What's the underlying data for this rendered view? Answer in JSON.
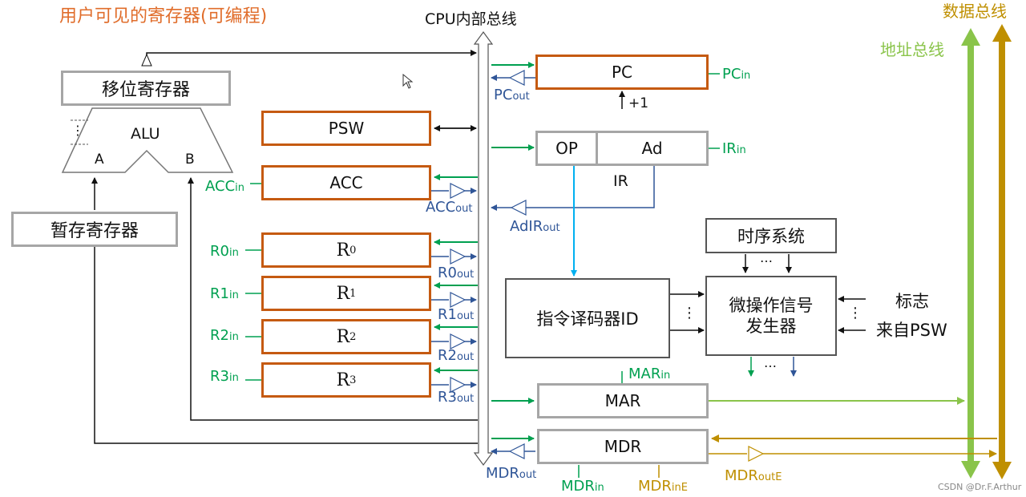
{
  "title": "用户可见的寄存器(可编程)",
  "cpu_bus_label": "CPU内部总线",
  "data_bus_label": "数据总线",
  "addr_bus_label": "地址总线",
  "shift_reg": "移位寄存器",
  "alu": {
    "label": "ALU",
    "a": "A",
    "b": "B",
    "dots": "⋮"
  },
  "temp_reg": "暂存寄存器",
  "psw": "PSW",
  "acc": {
    "label": "ACC",
    "in": "ACC",
    "in_sub": "in",
    "out": "ACC",
    "out_sub": "out"
  },
  "registers": [
    {
      "name": "R",
      "sub": "0",
      "in": "R0",
      "in_sub": "in",
      "out": "R0",
      "out_sub": "out"
    },
    {
      "name": "R",
      "sub": "1",
      "in": "R1",
      "in_sub": "in",
      "out": "R1",
      "out_sub": "out"
    },
    {
      "name": "R",
      "sub": "2",
      "in": "R2",
      "in_sub": "in",
      "out": "R2",
      "out_sub": "out"
    },
    {
      "name": "R",
      "sub": "3",
      "in": "R3",
      "in_sub": "in",
      "out": "R3",
      "out_sub": "out"
    }
  ],
  "pc": {
    "label": "PC",
    "in": "PC",
    "in_sub": "in",
    "out": "PC",
    "out_sub": "out",
    "inc": "+1"
  },
  "ir": {
    "op": "OP",
    "ad": "Ad",
    "label": "IR",
    "in": "IR",
    "in_sub": "in",
    "adir": "AdIR",
    "adir_sub": "out"
  },
  "timing": "时序系统",
  "decoder": "指令译码器ID",
  "micro_gen_line1": "微操作信号",
  "micro_gen_line2": "发生器",
  "flag_line1": "标志",
  "flag_line2": "来自PSW",
  "dots_h": "…",
  "dots_v": "⋮",
  "mar": {
    "label": "MAR",
    "in": "MAR",
    "in_sub": "in"
  },
  "mdr": {
    "label": "MDR",
    "out": "MDR",
    "out_sub": "out",
    "in": "MDR",
    "in_sub": "in",
    "ine": "MDR",
    "ine_sub": "inE",
    "oute": "MDR",
    "oute_sub": "outE"
  },
  "watermark": "CSDN @Dr.F.Arthur",
  "colors": {
    "orange_border": "#c55a11",
    "green": "#00a050",
    "blue": "#2f5597",
    "gold": "#bf8f00",
    "light_green": "#8ac44a",
    "cyan": "#00b0f0"
  }
}
